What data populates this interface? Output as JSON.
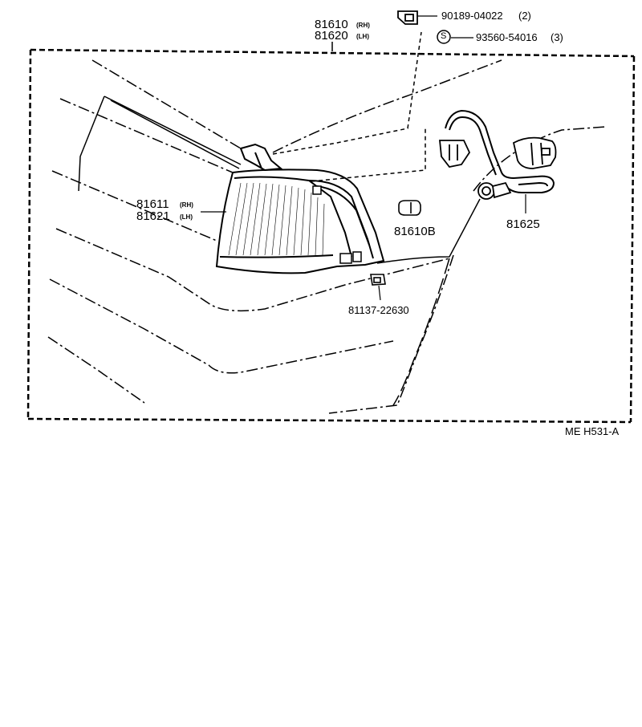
{
  "parts": {
    "lamp_assy": {
      "rh_number": "81610",
      "rh_side": "(RH)",
      "lh_number": "81620",
      "lh_side": "(LH)"
    },
    "lens": {
      "rh_number": "81611",
      "rh_side": "(RH)",
      "lh_number": "81621",
      "lh_side": "(LH)"
    },
    "screw_clip": {
      "number": "90189-04022",
      "qty": "(2)"
    },
    "screw": {
      "symbol": "S",
      "number": "93560-54016",
      "qty": "(3)"
    },
    "bulb": {
      "number": "81610B"
    },
    "socket_wire": {
      "number": "81625"
    },
    "nut": {
      "number": "81137-22630"
    }
  },
  "footer": {
    "code": "ME  H531-A"
  }
}
